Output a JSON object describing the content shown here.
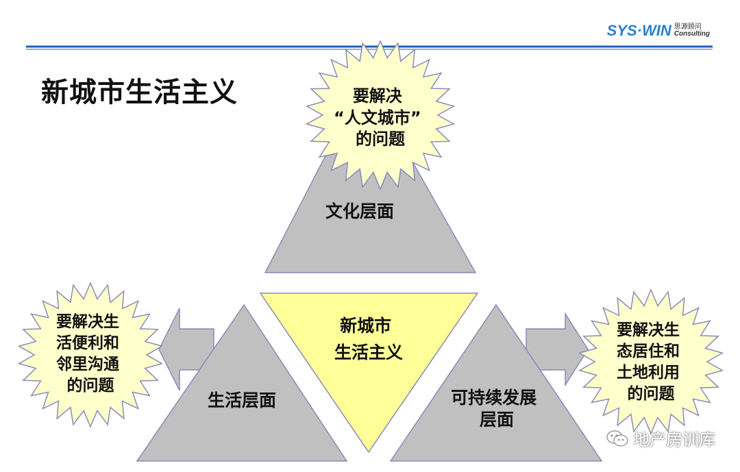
{
  "header": {
    "title": "新城市生活主义",
    "logo": {
      "brand": "SYS·WIN",
      "cn": "思源顾问",
      "en": "Consulting"
    },
    "rule_color": "#1f5fb5"
  },
  "diagram": {
    "center": {
      "lines": [
        "新城市",
        "生活主义"
      ],
      "color": "#ffff99"
    },
    "triangles": {
      "top": {
        "lines": [
          "文化层面"
        ]
      },
      "left": {
        "lines": [
          "生活层面"
        ]
      },
      "right": {
        "lines": [
          "可持续发展",
          "层面"
        ]
      },
      "fill": "#c0c0c0"
    },
    "bursts": {
      "top": {
        "lines": [
          "要解决",
          "“人文城市”",
          "的问题"
        ]
      },
      "left": {
        "lines": [
          "要解决生",
          "活便利和",
          "邻里沟通",
          "的问题"
        ]
      },
      "right": {
        "lines": [
          "要解决生",
          "态居住和",
          "土地利用",
          "的问题"
        ]
      },
      "fill": "#ffffcc"
    }
  },
  "watermark": {
    "text": "地产房训库",
    "icon": "wechat-icon"
  }
}
